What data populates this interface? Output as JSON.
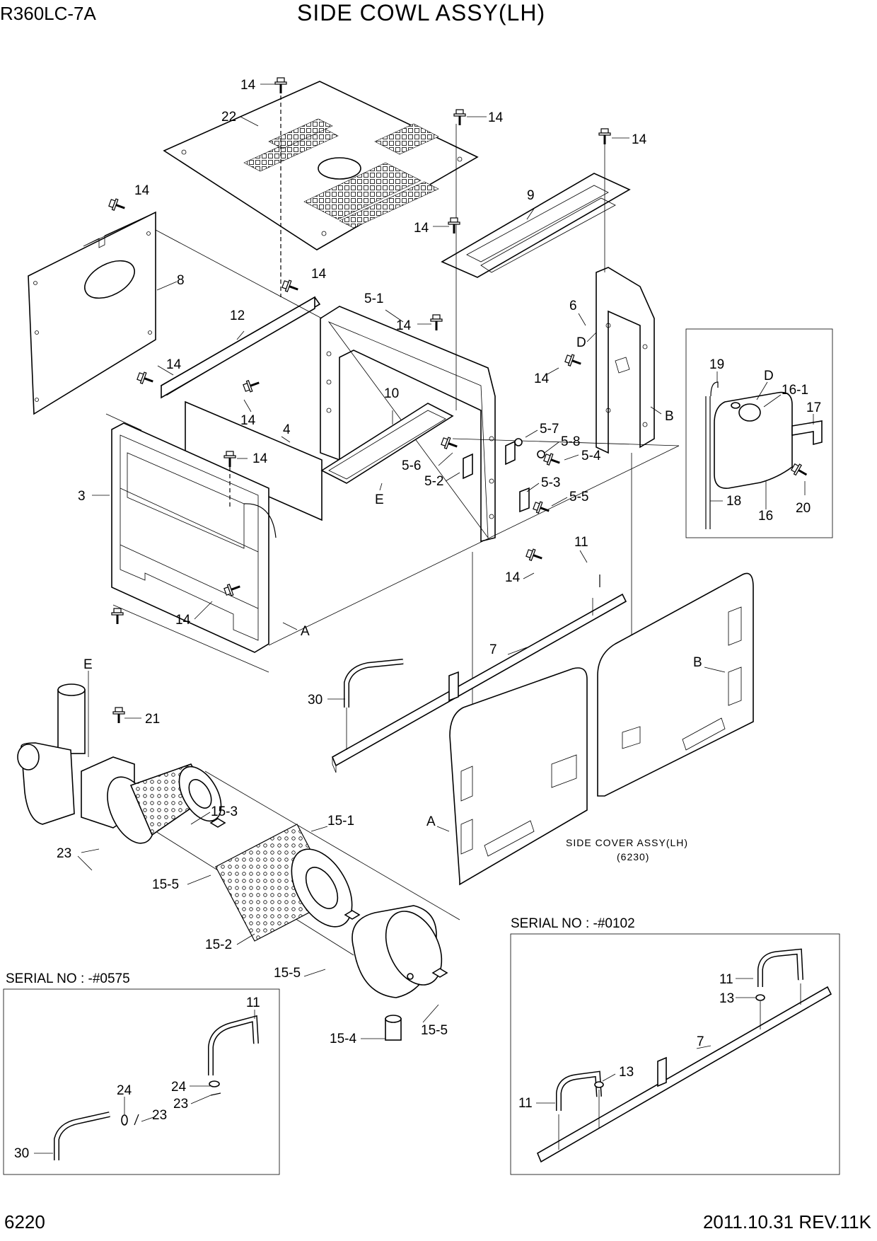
{
  "header": {
    "model": "R360LC-7A",
    "title": "SIDE COWL ASSY(LH)"
  },
  "footer": {
    "page": "6220",
    "revision": "2011.10.31  REV.11K"
  },
  "side_cover": {
    "name": "SIDE COVER ASSY(LH)",
    "ref": "(6230)"
  },
  "insets": {
    "left_serial": "SERIAL NO : -#0575",
    "right_serial": "SERIAL NO : -#0102"
  },
  "callouts": {
    "c14a": "14",
    "c22": "22",
    "c14b": "14",
    "c14c": "14",
    "c14d": "14",
    "c9": "9",
    "c14e": "14",
    "c8": "8",
    "c14f": "14",
    "c5_1": "5-1",
    "c12": "12",
    "c14g": "14",
    "c6": "6",
    "cD1": "D",
    "c14h": "14",
    "c14i": "14",
    "c10": "10",
    "c14j": "14",
    "c4": "4",
    "c14k": "14",
    "c5_7": "5-7",
    "c5_8": "5-8",
    "c5_4": "5-4",
    "c5_6": "5-6",
    "c5_2": "5-2",
    "c5_3": "5-3",
    "c5_5": "5-5",
    "cB1": "B",
    "cE1": "E",
    "c3": "3",
    "c19": "19",
    "cD2": "D",
    "c16_1": "16-1",
    "c17": "17",
    "c18": "18",
    "c16": "16",
    "c20": "20",
    "c11": "11",
    "c14l": "14",
    "c14m": "14",
    "cA1": "A",
    "c7": "7",
    "cE2": "E",
    "cB2": "B",
    "c30": "30",
    "c21": "21",
    "c15_3": "15-3",
    "c15_1": "15-1",
    "cA2": "A",
    "c23": "23",
    "c15_5a": "15-5",
    "c15_2": "15-2",
    "c15_5b": "15-5",
    "c15_4": "15-4",
    "c15_5c": "15-5",
    "l11": "11",
    "l24a": "24",
    "l23a": "23",
    "l24b": "24",
    "l23b": "23",
    "l30": "30",
    "r11a": "11",
    "r13a": "13",
    "r7": "7",
    "r13b": "13",
    "r11b": "11"
  }
}
